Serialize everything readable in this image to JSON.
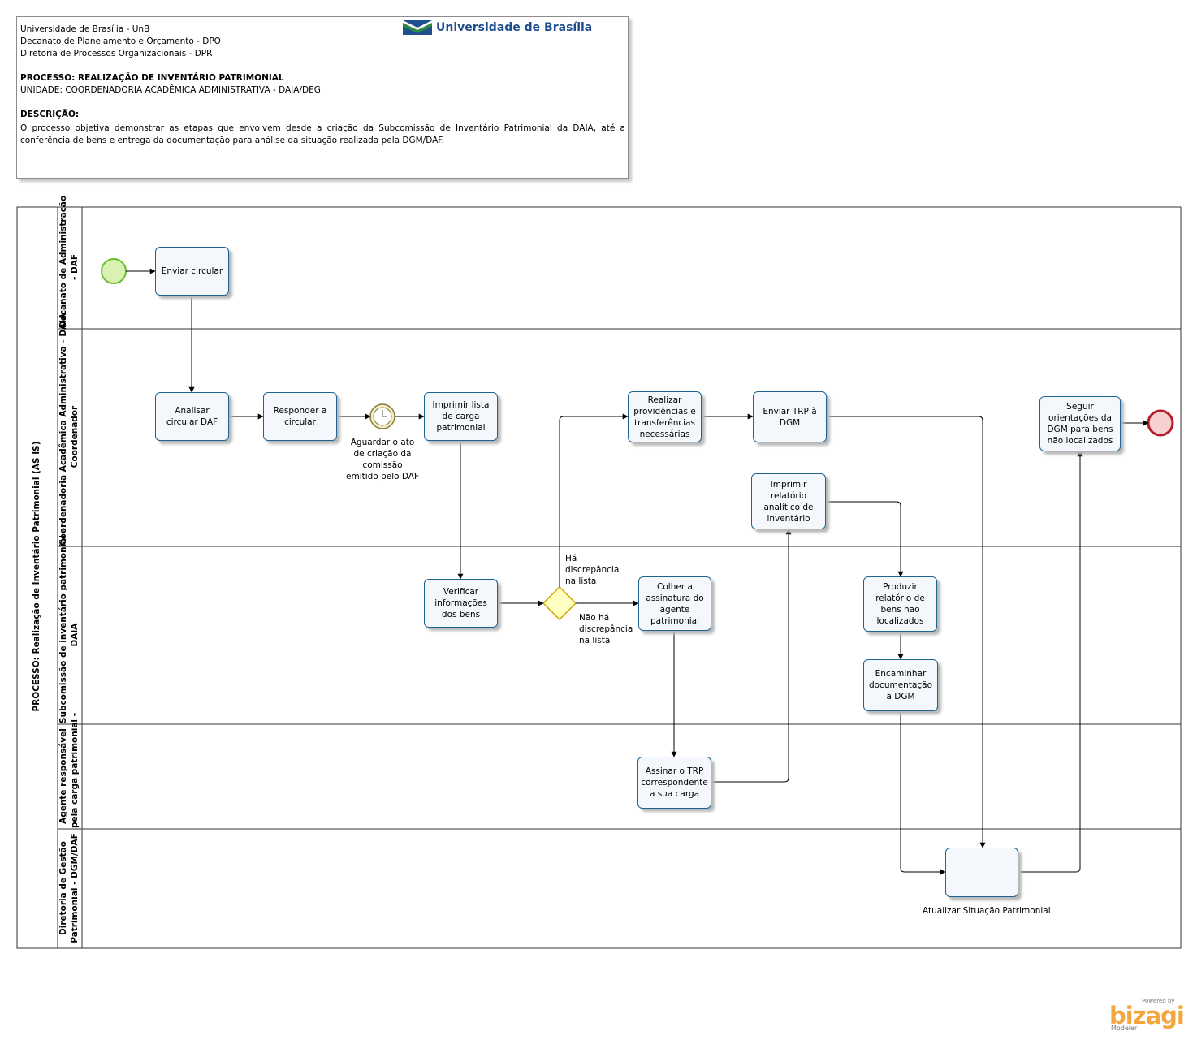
{
  "header": {
    "lines": [
      "Universidade de Brasília - UnB",
      "Decanato de Planejamento e Orçamento - DPO",
      "Diretoria de Processos Organizacionais - DPR"
    ],
    "process": "PROCESSO: REALIZAÇÃO DE INVENTÁRIO PATRIMONIAL",
    "unit": "UNIDADE: COORDENADORIA ACADÊMICA ADMINISTRATIVA - DAIA/DEG",
    "description_label": "DESCRIÇÃO:",
    "description": "O processo objetiva demonstrar as etapas que envolvem desde a criação da Subcomissão de Inventário Patrimonial da DAIA, até a conferência de bens e entrega da documentação para análise da situação realizada pela DGM/DAF.",
    "logo_text": "Universidade de Brasília",
    "logo_colors": [
      "#1f4f8f",
      "#2e8b3e"
    ]
  },
  "pool": {
    "title": "PROCESSO: Realização de Inventário Patrimonial (AS IS)",
    "lanes": [
      {
        "line1": "Decanato de Administração",
        "line2": "- DAF"
      },
      {
        "line1": "Coordenadoria Acadêmica Administrativa - DAIA -",
        "line2": "Coordenador"
      },
      {
        "line1": "Subcomissão de inventário patrimonial -",
        "line2": "DAIA"
      },
      {
        "line1": "Agente responsável",
        "line2": "pela carga patrimonial -"
      },
      {
        "line1": "Diretoria de Gestão",
        "line2": "Patrimonial - DGM/DAF"
      }
    ]
  },
  "tasks": {
    "enviar_circular": "Enviar circular",
    "analisar_circular": "Analisar circular DAF",
    "responder_circular": "Responder a circular",
    "imprimir_lista": "Imprimir lista de carga patrimonial",
    "verificar_info": "Verificar informações dos bens",
    "realizar_providencias": "Realizar providências e transferências necessárias",
    "enviar_trp": "Enviar TRP à DGM",
    "colher_assinatura": "Colher a assinatura do agente patrimonial",
    "assinar_trp": "Assinar o TRP correspondente a sua carga",
    "imprimir_relatorio": "Imprimir relatório analítico de inventário",
    "produzir_relatorio": "Produzir relatório de bens não localizados",
    "encaminhar_doc": "Encaminhar documentação à DGM",
    "seguir_orientacoes": "Seguir orientações da DGM para bens não localizados",
    "atualizar_situacao": "Atualizar Situação Patrimonial"
  },
  "labels": {
    "timer_event": "Aguardar o ato de criação da comissão emitido pelo DAF",
    "gateway_yes": "Há discrepância na lista",
    "gateway_no": "Não há discrepância na lista"
  },
  "colors": {
    "task_border": "#1f6391",
    "start_fill": "#d9f2b3",
    "start_stroke": "#6abf2e",
    "end_fill": "#f7d0d0",
    "end_stroke": "#b31f2a",
    "gateway_fill": "#ffffc0",
    "gateway_stroke": "#c8a800"
  },
  "branding": {
    "powered_by": "Powered by",
    "product": "bizagi",
    "edition": "Modeler"
  }
}
